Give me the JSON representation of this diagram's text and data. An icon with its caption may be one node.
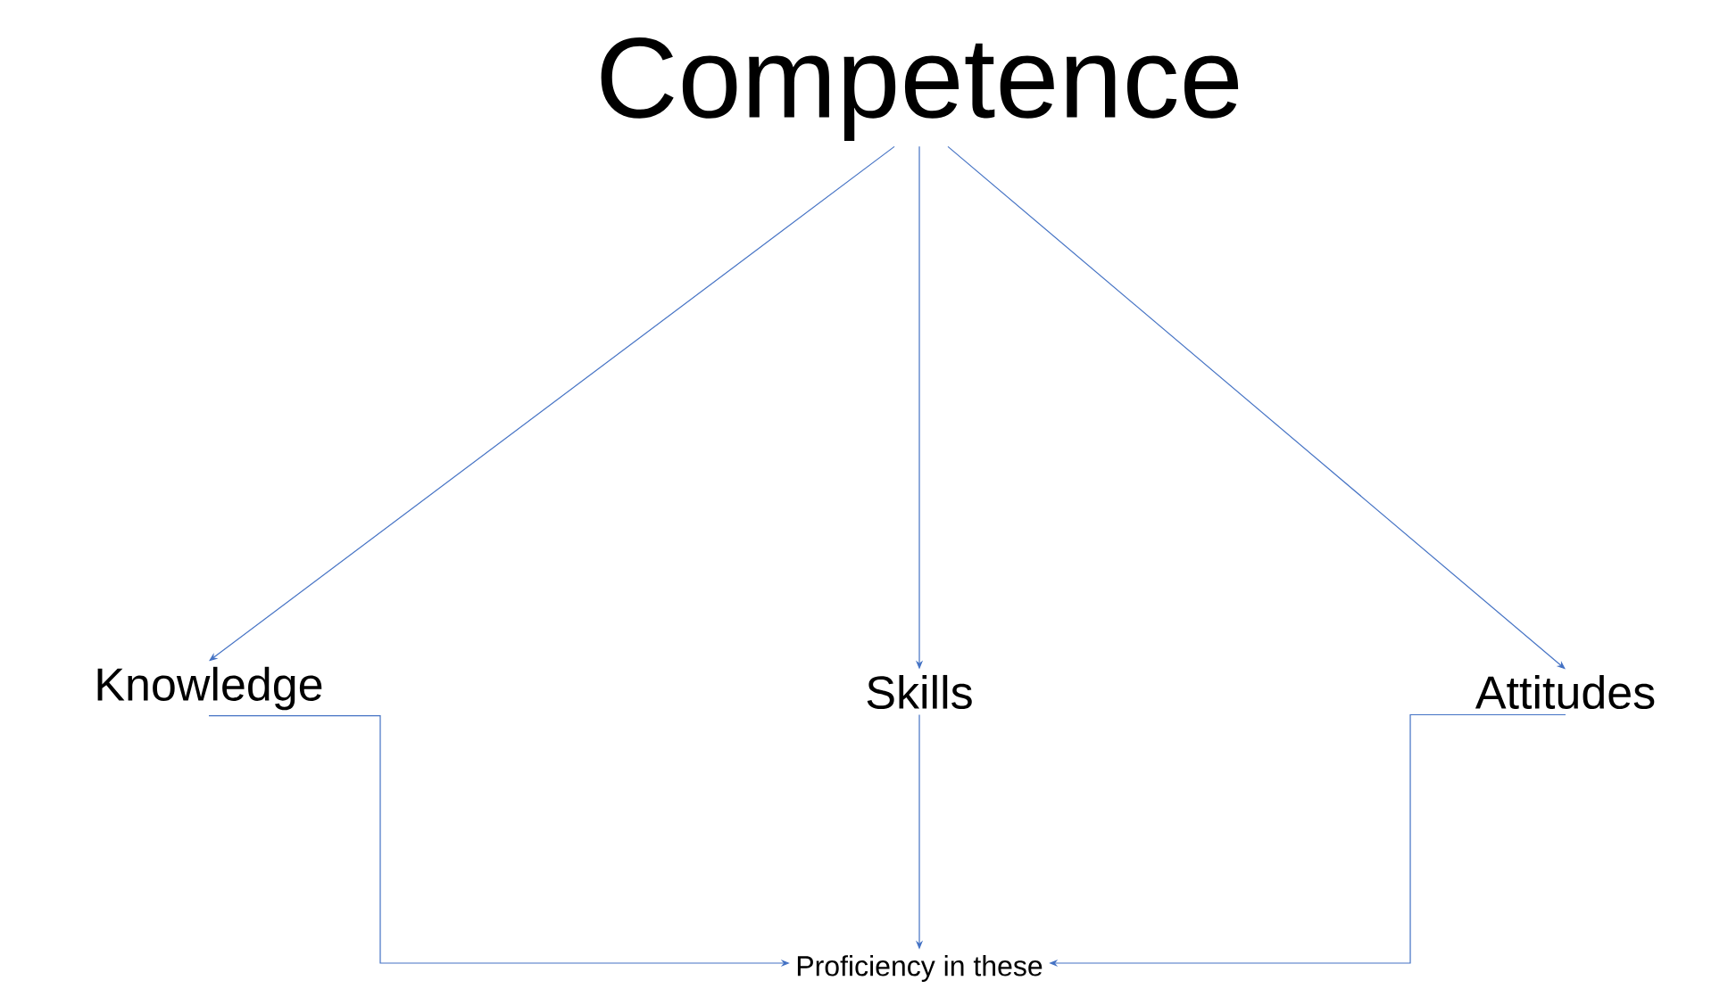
{
  "diagram": {
    "nodes": [
      {
        "text": [
          "Competence"
        ]
      },
      {
        "text": [
          "Knowledge"
        ]
      },
      {
        "text": [
          "Skills"
        ]
      },
      {
        "text": [
          "Attitudes"
        ]
      },
      {
        "text": [
          "Proficiency in these"
        ]
      }
    ],
    "edges": [
      {
        "from": 0,
        "to": 1,
        "arrow": "to"
      },
      {
        "from": 0,
        "to": 2,
        "arrow": "to"
      },
      {
        "from": 0,
        "to": 3,
        "arrow": "to"
      },
      {
        "from": 1,
        "to": 4,
        "arrow": "to"
      },
      {
        "from": 2,
        "to": 4,
        "arrow": "to"
      },
      {
        "from": 3,
        "to": 4,
        "arrow": "to"
      }
    ]
  }
}
